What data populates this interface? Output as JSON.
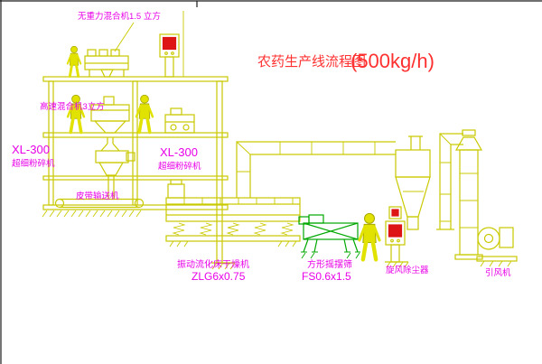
{
  "title": {
    "main": "农药生产线流程图",
    "capacity": "(500kg/h)"
  },
  "labels": {
    "gravity_mixer": "无重力混合机1.5 立方",
    "high_speed_mixer": "高速混合机3立方",
    "mill_left_model": "XL-300",
    "mill_left_name": "超细粉碎机",
    "mill_mid_model": "XL-300",
    "mill_mid_name": "超细粉碎机",
    "belt_conveyor": "皮带输送机",
    "dryer_name": "振动流化床干燥机",
    "dryer_model": "ZLG6x0.75",
    "sieve_name": "方形摇摆筛",
    "sieve_model": "FS0.6x1.5",
    "cyclone": "旋风除尘器",
    "fan": "引风机"
  },
  "colors": {
    "background": "#ffffff",
    "line": "#c9c900",
    "line_green": "#00a800",
    "label": "#e800e8",
    "title": "#ff3030",
    "panel_screen": "#dd1515",
    "figure": "#e2e200",
    "figure_edge": "#a8a800"
  }
}
